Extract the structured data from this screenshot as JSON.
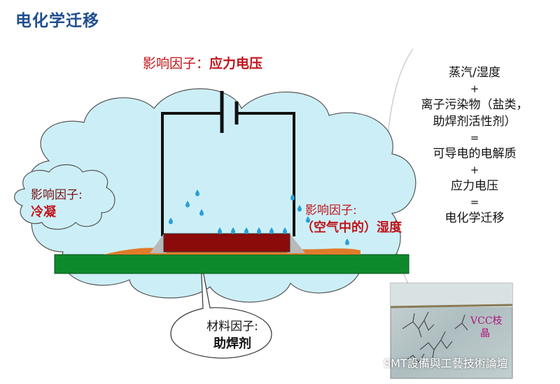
{
  "title": "电化学迁移",
  "factors": {
    "stress": {
      "label": "影响因子：",
      "value": "应力电压"
    },
    "condensation": {
      "label": "影响因子:",
      "value": "冷凝"
    },
    "humidity": {
      "label": "影响因子:",
      "value": "（空气中的）湿度"
    },
    "material": {
      "label": "材料因子:",
      "value": "助焊剂"
    }
  },
  "formula": {
    "line1": "蒸汽/湿度",
    "op1": "+",
    "line2a": "离子污染物（盐类，",
    "line2b": "助焊剂活性剂）",
    "op2": "=",
    "line3": "可导电的电解质",
    "op3": "+",
    "line4": "应力电压",
    "op4": "=",
    "line5": "电化学迁移"
  },
  "photo": {
    "label_a": "VCC枝",
    "label_b": "晶"
  },
  "watermark": "SMT設備與工藝技術論壇",
  "colors": {
    "cloud_fill": "#cceff7",
    "board": "#0d8a2c",
    "component": "#8b0a0a",
    "flux": "#e07b2a",
    "title": "#1f4d8f",
    "highlight": "#c0151b"
  }
}
